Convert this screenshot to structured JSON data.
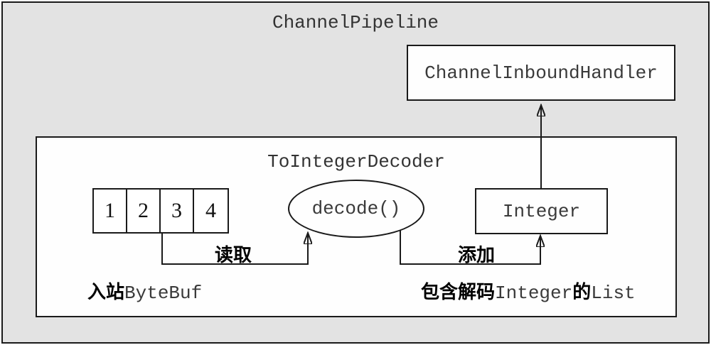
{
  "colors": {
    "background_gray": "#e3e3e3",
    "box_fill": "#fefefe",
    "line": "#1a1a1a",
    "code_text": "#3a3a3a",
    "cjk_text": "#000000"
  },
  "pipeline": {
    "title": "ChannelPipeline"
  },
  "handler_box": {
    "label": "ChannelInboundHandler"
  },
  "decoder_box": {
    "title": "ToIntegerDecoder",
    "cells": [
      "1",
      "2",
      "3",
      "4"
    ],
    "ellipse_label": "decode()",
    "integer_label": "Integer"
  },
  "arrows": {
    "read_label": "读取",
    "add_label": "添加"
  },
  "captions": {
    "inbound_cjk": "入站",
    "inbound_code": "ByteBuf",
    "list_cjk1": "包含解码",
    "list_code1": "Integer",
    "list_cjk2": "的",
    "list_code2": "List"
  }
}
